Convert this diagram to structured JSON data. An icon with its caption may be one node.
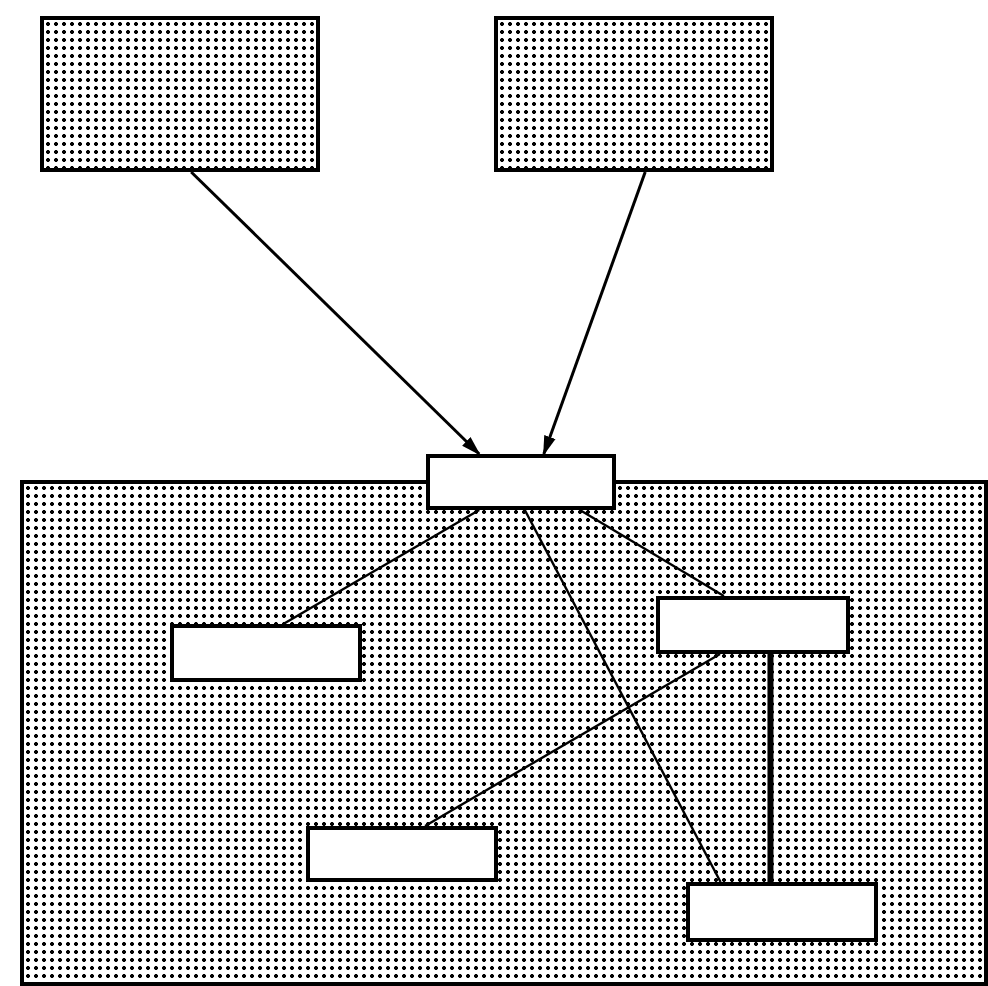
{
  "diagram": {
    "nodes": [
      {
        "text": [],
        "shape": "box"
      },
      {
        "text": [],
        "shape": "box"
      },
      {
        "text": [],
        "shape": "box"
      },
      {
        "text": [],
        "shape": "box"
      },
      {
        "text": [],
        "shape": "box",
        "in": 2
      },
      {
        "text": [],
        "shape": "box",
        "in": 2
      },
      {
        "text": [],
        "shape": "box",
        "in": 2
      },
      {
        "text": [],
        "shape": "box",
        "in": 2
      }
    ],
    "edges": [
      {
        "from": 0,
        "to": 3,
        "arrow": "to"
      },
      {
        "from": 1,
        "to": 3,
        "arrow": "to"
      },
      {
        "from": 3,
        "to": 4,
        "arrow": "none"
      },
      {
        "from": 3,
        "to": 5,
        "arrow": "none"
      },
      {
        "from": 3,
        "to": 7,
        "arrow": "none"
      },
      {
        "from": 5,
        "to": 6,
        "arrow": "none"
      },
      {
        "from": 5,
        "to": 7,
        "arrow": "none",
        "style": "thick"
      }
    ]
  }
}
